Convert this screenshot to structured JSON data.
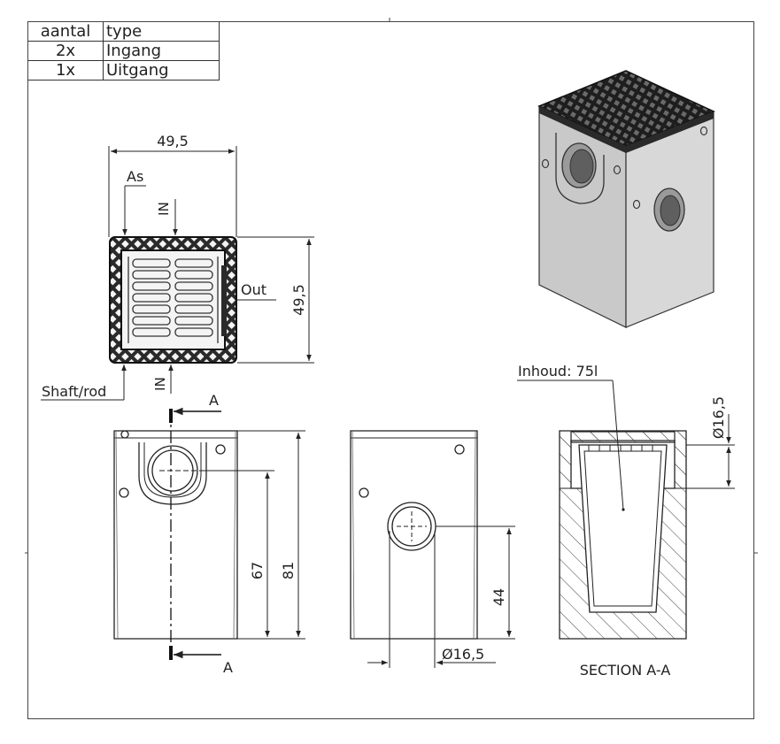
{
  "table": {
    "headers": [
      "aantal",
      "type"
    ],
    "rows": [
      {
        "qty": "2x",
        "type": "Ingang"
      },
      {
        "qty": "1x",
        "type": "Uitgang"
      }
    ]
  },
  "top_view": {
    "dim_width": "49,5",
    "dim_height": "49,5",
    "label_as": "As",
    "label_in_top": "IN",
    "label_in_bottom": "IN",
    "label_out": "Out",
    "label_shaft": "Shaft/rod"
  },
  "front_view": {
    "section_letter_top": "A",
    "section_letter_bottom": "A",
    "dim_67": "67",
    "dim_81": "81"
  },
  "side_view": {
    "dim_44": "44",
    "dim_diameter": "Ø16,5"
  },
  "section_view": {
    "label_content": "Inhoud: 75l",
    "dim_diameter": "Ø16,5",
    "title": "SECTION A-A"
  },
  "colors": {
    "line": "#222222",
    "box_fill": "#cfcfcf",
    "grate": "#2a2a2a"
  }
}
